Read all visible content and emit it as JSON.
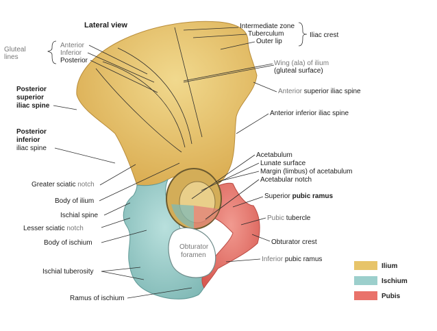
{
  "title": "Lateral view",
  "colors": {
    "ilium": "#e7c46a",
    "ischium": "#9ccfcc",
    "pubis": "#e9726a"
  },
  "labels": {
    "intermediate_zone": "Intermediate zone",
    "tuberculum": "Tuberculum",
    "outer_lip": "Outer lip",
    "iliac_crest": "Iliac crest",
    "gluteal": "Gluteal",
    "lines": "lines",
    "anterior": "Anterior",
    "inferior": "Inferior",
    "posterior": "Posterior",
    "wing_1": "Wing (ala) of ilium",
    "wing_2": "(gluteal surface)",
    "asis_prefix": "Anterior",
    "asis_suffix": "superior iliac spine",
    "aiis": "Anterior inferior iliac spine",
    "psis_1": "Posterior",
    "psis_2": "superior",
    "psis_3": "iliac spine",
    "piis_1": "Posterior",
    "piis_2": "inferior",
    "piis_3": "iliac spine",
    "acetabulum": "Acetabulum",
    "lunate_surface": "Lunate surface",
    "margin": "Margin (limbus) of acetabulum",
    "acetabular_notch": "Acetabular notch",
    "greater_sciatic_prefix": "Greater sciatic",
    "greater_sciatic_suffix": "notch",
    "body_of_ilium": "Body of ilium",
    "superior_pubic_prefix": "Superior",
    "superior_pubic_suffix": "pubic ramus",
    "ischial_spine": "Ischial spine",
    "pubic_tubercle_prefix": "Pubic",
    "pubic_tubercle_suffix": "tubercle",
    "lesser_sciatic_prefix": "Lesser sciatic",
    "lesser_sciatic_suffix": "notch",
    "body_of_ischium": "Body of ischium",
    "obturator_crest": "Obturator crest",
    "obturator_1": "Obturator",
    "obturator_2": "foramen",
    "ischial_tuberosity": "Ischial tuberosity",
    "inferior_pubic_prefix": "Inferior",
    "inferior_pubic_suffix": "pubic ramus",
    "ramus_of_ischium": "Ramus of ischium"
  },
  "legend": [
    {
      "name": "Ilium",
      "color": "#e7c46a"
    },
    {
      "name": "Ischium",
      "color": "#9ccfcc"
    },
    {
      "name": "Pubis",
      "color": "#e9726a"
    }
  ]
}
